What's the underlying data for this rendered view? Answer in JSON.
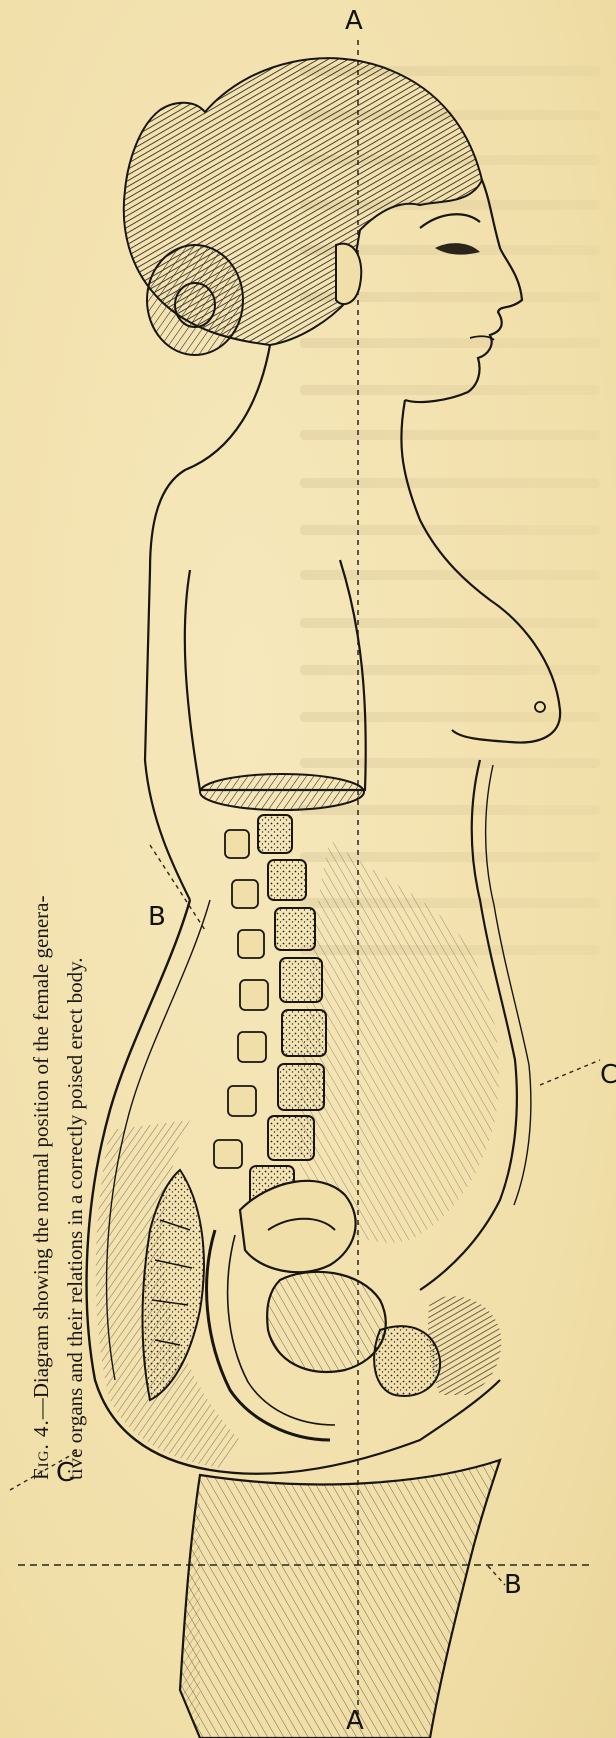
{
  "figure": {
    "caption_lead": "Fig. 4.",
    "caption_line1": "—Diagram showing the normal position of the female genera-",
    "caption_line2": "tive organs and their relations in a correctly poised erect body.",
    "labels": {
      "a_top": "A",
      "a_bottom": "A",
      "b_left": "B",
      "b_right": "B",
      "c_left": "C",
      "c_right": "C"
    }
  }
}
